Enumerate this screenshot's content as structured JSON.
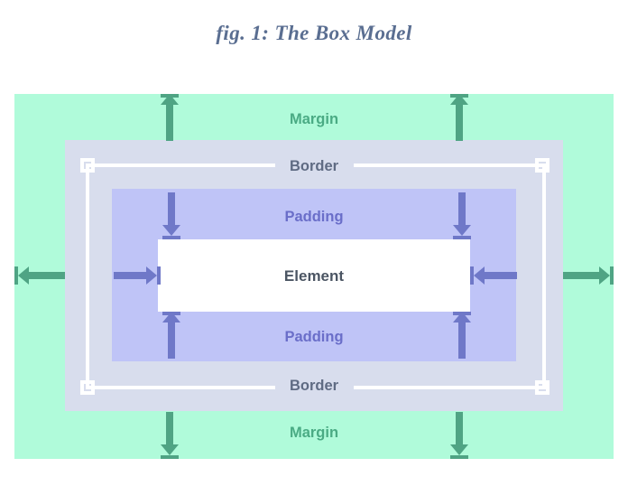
{
  "figure": {
    "title": "fig. 1: The Box Model"
  },
  "diagram": {
    "type": "css-box-model",
    "layers": [
      {
        "id": "margin",
        "label": "Margin",
        "color": "#b0fbda",
        "text_color": "#4aab84"
      },
      {
        "id": "border",
        "label": "Border",
        "color": "#d8dded",
        "text_color": "#5f6b83"
      },
      {
        "id": "padding",
        "label": "Padding",
        "color": "#bfc4f7",
        "text_color": "#6a6ec9"
      },
      {
        "id": "element",
        "label": "Element",
        "color": "#ffffff",
        "text_color": "#4b5563"
      }
    ],
    "labels": {
      "margin_top": "Margin",
      "margin_bottom": "Margin",
      "border_top": "Border",
      "border_bottom": "Border",
      "padding_top": "Padding",
      "padding_bottom": "Padding",
      "element": "Element"
    },
    "arrow_colors": {
      "margin": "#4fa484",
      "padding": "#6f78c8"
    },
    "handles": {
      "count": 4,
      "color": "#ffffff",
      "positions": [
        "top-left",
        "top-right",
        "bottom-left",
        "bottom-right"
      ]
    }
  }
}
